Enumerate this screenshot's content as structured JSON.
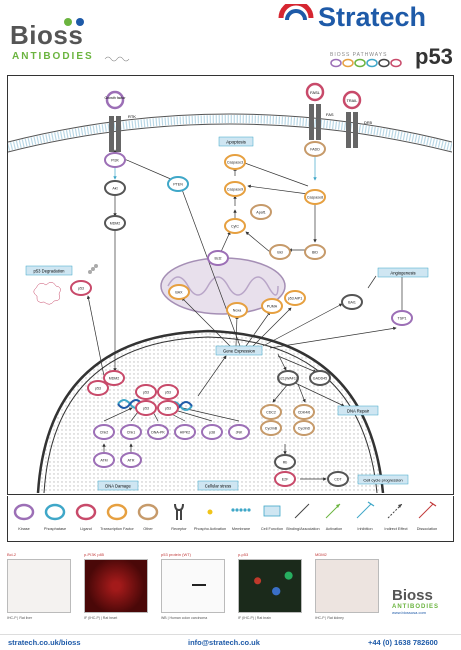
{
  "header": {
    "brand_bioss": "Bioss",
    "brand_antibodies": "ANTIBODIES",
    "brand_stratech": "Stratech",
    "pathways_label": "BIOSS PATHWAYS",
    "title": "p53",
    "pathway_dot_colors": [
      "#9c6fb6",
      "#e6a040",
      "#6bb43f",
      "#3fa7c8",
      "#444444",
      "#c84a6a"
    ]
  },
  "diagram": {
    "receptors": {
      "rtk_ligand": "Growth factor",
      "rtk": "RTK",
      "fas_ligand": "FASL",
      "fas": "FAS",
      "trail": "TRAIL",
      "dr5": "DR5"
    },
    "nodes": {
      "pi3k": "PI3K",
      "akt": "Akt",
      "mdm2_top": "MDM2",
      "pten": "PTEN",
      "fadd": "FADD",
      "caspase8": "Caspase8",
      "caspase3": "Caspase3",
      "caspase9": "Caspase9",
      "apaf1": "Apaf1",
      "cytc": "CytC",
      "bcl2": "Bcl2",
      "bid": "Bid",
      "bax": "BAX",
      "bid2": "BID",
      "noxa": "Noxa",
      "puma": "PUMA",
      "p53aip1": "p53 AIP1",
      "bai1": "BAI1",
      "tsp1": "TSP1",
      "p53_deg": "p53",
      "mdm2_nuc": "MDM2",
      "p53_nuc": "p53",
      "p21": "p21(WAF1)",
      "gadd45": "GADD45",
      "cdc2": "CDC2",
      "cyclinb": "CyclinB",
      "cdk46": "CDK4/6",
      "cycd": "CyclinD",
      "rb": "Rb",
      "e2f": "E2F",
      "cdt": "CDT",
      "chk2": "Chk2",
      "chk1": "Chk1",
      "dnapk": "DNA-PK",
      "hipk2": "HIPK2",
      "p38": "p38",
      "jnk": "JNK",
      "atm": "ATM",
      "atr": "ATR",
      "p53_a": "p53",
      "p53_b": "p53",
      "p53_c": "p53",
      "p53_d": "p53"
    },
    "boxes": {
      "apoptosis": "Apoptosis",
      "p53_degradation": "p53 Degradation",
      "angiogenesis": "Angiogenesis",
      "gene_expression": "Gene Expression",
      "dna_repair": "DNA Repair",
      "cell_cycle": "Cell cycle progression",
      "dna_damage": "DNA Damage",
      "cellular_stress": "Cellular stress"
    }
  },
  "legend": {
    "items": [
      {
        "label": "Kinase",
        "color": "#9c6fb6"
      },
      {
        "label": "Phosphatase",
        "color": "#3fa7c8"
      },
      {
        "label": "Ligand",
        "color": "#c84a6a"
      },
      {
        "label": "Transcription Factor",
        "color": "#e6a040"
      },
      {
        "label": "Other",
        "color": "#c69a6a"
      },
      {
        "label": "Receptor",
        "color": "#444444"
      },
      {
        "label": "Phospho Activation",
        "color": "#f0c419"
      },
      {
        "label": "Membrane",
        "color": "#3fa7c8"
      },
      {
        "label": "Cell Function",
        "color": "#3fa7c8"
      },
      {
        "label": "Binding/Association",
        "color": "#444444"
      },
      {
        "label": "Activation",
        "color": "#6bb43f"
      },
      {
        "label": "Inhibition",
        "color": "#3fa7c8"
      },
      {
        "label": "Indirect Effect",
        "color": "#444444"
      },
      {
        "label": "Dissociation",
        "color": "#c23a3a"
      }
    ]
  },
  "thumbnails": [
    {
      "title": "Bcl-2",
      "method": "IHC-P",
      "tissue": "Rat liver"
    },
    {
      "title": "p-PI3K p85",
      "method": "IF (IHC-P)",
      "tissue": "Rat heart"
    },
    {
      "title": "p53 protein (WT)",
      "method": "WB",
      "tissue": "Human colon carcinoma"
    },
    {
      "title": "p-p53",
      "method": "IF (IHC-P)",
      "tissue": "Rat brain"
    },
    {
      "title": "MDM2",
      "method": "IHC-P",
      "tissue": "Rat kidney"
    }
  ],
  "promo": {
    "brand_bioss": "Bioss",
    "brand_antibodies": "ANTIBODIES",
    "website": "www.biossusa.com"
  },
  "footer": {
    "website": "stratech.co.uk/bioss",
    "email": "info@stratech.co.uk",
    "phone": "+44 (0) 1638 782600"
  }
}
